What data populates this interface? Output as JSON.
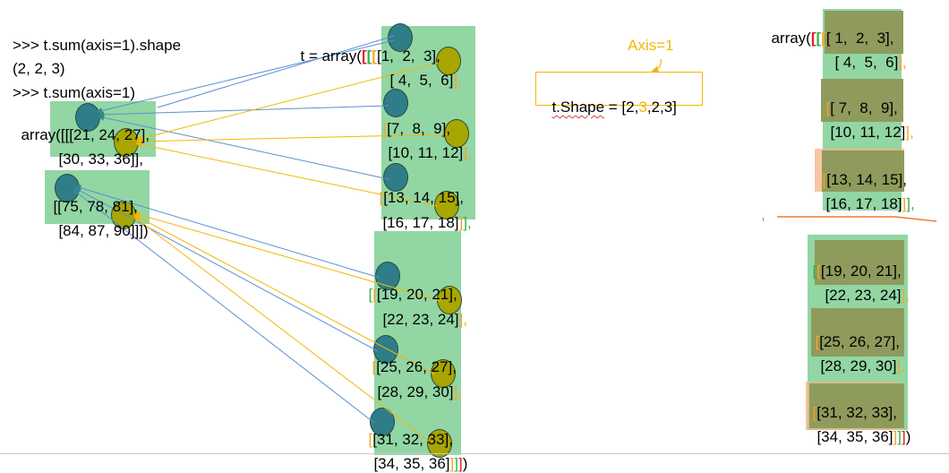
{
  "colors": {
    "highlight_green": "#92d6a4",
    "highlight_olive": "#8f9b5c",
    "highlight_peach": "#f4b183",
    "circle_teal": "#2e7d89",
    "circle_olive": "#a8a600",
    "bracket_red": "#e02020",
    "bracket_green": "#2fb24a",
    "bracket_orange": "#f5a623",
    "line_blue": "#5b8fd0",
    "line_yellow": "#f2b705",
    "axis_label": "#f2b705",
    "divider_orange": "#ed7d31"
  },
  "left_panel": {
    "line1": ">>> t.sum(axis=1).shape",
    "line2": "(2, 2, 3)",
    "line3": ">>> t.sum(axis=1)",
    "result1_row1_a": "array([[[",
    "result1_row1_b": "21",
    "result1_row1_c": ", 24, 27],",
    "result1_row2_a": "[30, 33, ",
    "result1_row2_b": "36",
    "result1_row2_c": "]],",
    "result2_row1_a": "[[",
    "result2_row1_b": "75",
    "result2_row1_c": ", 78, 81],",
    "result2_row2_a": "[84, 87, ",
    "result2_row2_b": "90",
    "result2_row2_c": "]]])"
  },
  "middle_panel": {
    "prefix": "t = array(",
    "open_red": "[",
    "open_green": "[",
    "open_orange": "[",
    "rows": [
      {
        "text": "[1,  2,  3],"
      },
      {
        "text": "[ 4,  5,  6]"
      },
      {
        "text": "[7,  8,  9],"
      },
      {
        "text": "[10, 11, 12]"
      },
      {
        "text": "[13, 14, 15],"
      },
      {
        "text": "[16, 17, 18]"
      },
      {
        "text": "[19, 20, 21],"
      },
      {
        "text": "[22, 23, 24]"
      },
      {
        "text": "[25, 26, 27],"
      },
      {
        "text": "[28, 29, 30]"
      },
      {
        "text": "[31, 32, 33],"
      },
      {
        "text": "[34, 35, 36]"
      }
    ],
    "close_orange": "],",
    "close_green": "]],",
    "close_final_orange": "]",
    "close_final_green": "]",
    "close_final_red": "]",
    "close_paren": ")"
  },
  "shape_box": {
    "label": "Axis=1",
    "text_a": "t.Shape",
    "text_b": " = [2,",
    "text_c": "3",
    "text_d": ",2,3]"
  },
  "right_panel": {
    "prefix": "array(",
    "rows": [
      "[ 1,  2,  3],",
      "[ 4,  5,  6]",
      "[ 7,  8,  9],",
      "[10, 11, 12]",
      "[13, 14, 15],",
      "[16, 17, 18]",
      "[19, 20, 21],",
      "[22, 23, 24]",
      "[25, 26, 27],",
      "[28, 29, 30]",
      "[31, 32, 33],",
      "[34, 35, 36]"
    ],
    "close_paren": ")"
  }
}
